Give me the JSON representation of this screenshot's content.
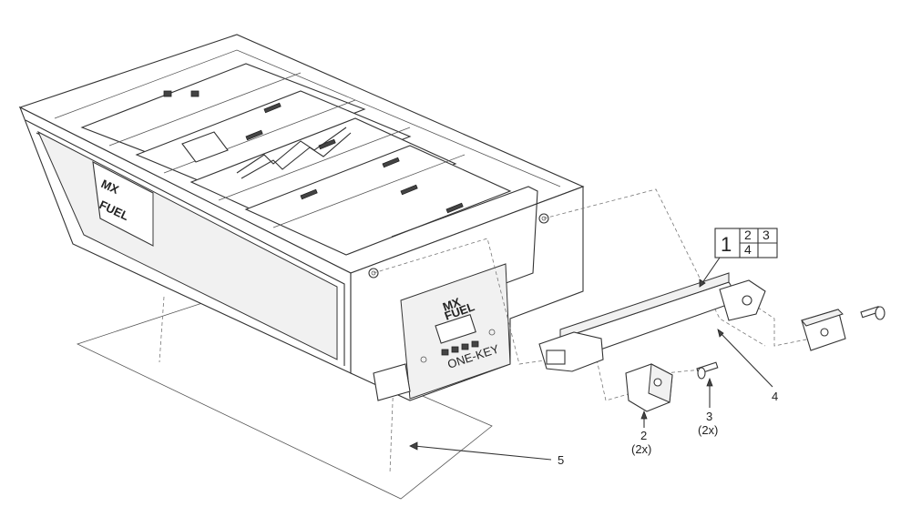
{
  "callouts": {
    "c1": {
      "num": "1"
    },
    "c2": {
      "num": "2",
      "qty": "(2x)"
    },
    "c3": {
      "num": "3",
      "qty": "(2x)"
    },
    "c4": {
      "num": "4"
    },
    "c5": {
      "num": "5"
    }
  },
  "ref_table": {
    "main": "1",
    "cells": [
      "2",
      "3",
      "4",
      ""
    ]
  },
  "branding": {
    "logo_top": "MX",
    "logo_bottom": "FUEL",
    "front_logo_top": "MX",
    "front_logo_bottom": "FUEL",
    "front_text": "ONE-KEY"
  },
  "icons": {
    "bolt": "screw-icon",
    "bracket": "bracket-icon",
    "clip": "clip-icon"
  }
}
